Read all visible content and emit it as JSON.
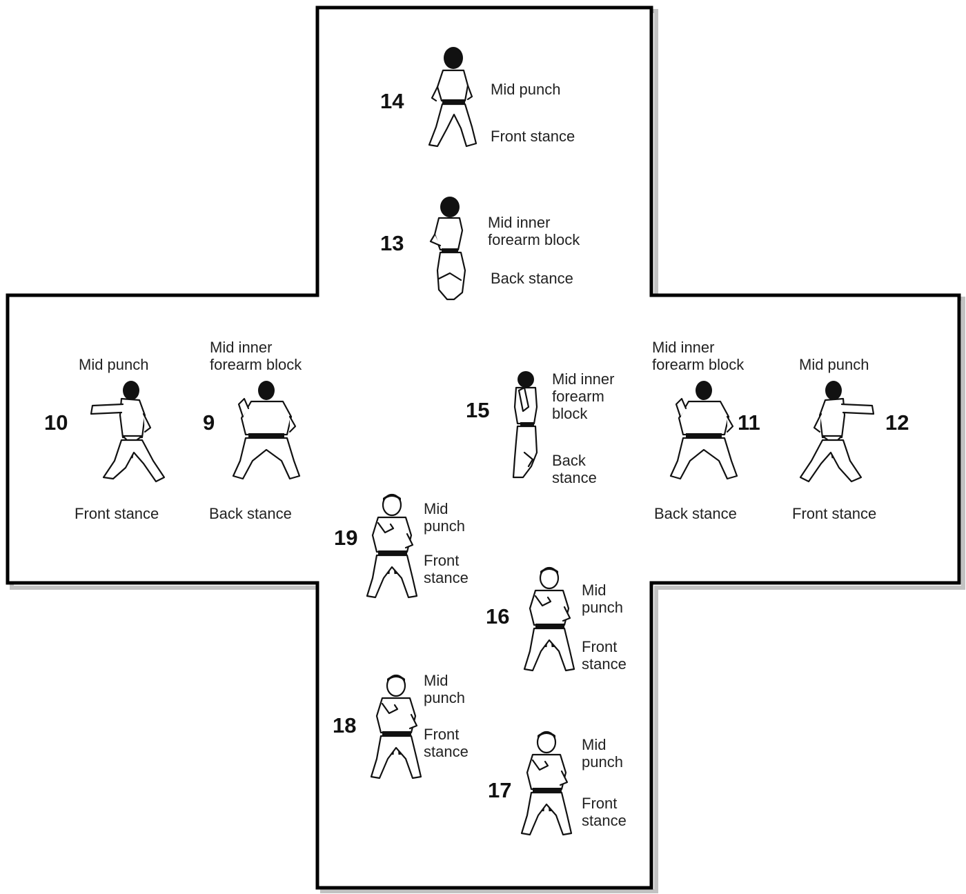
{
  "steps": [
    {
      "number": "9",
      "technique": "Mid inner\nforearm block",
      "stance": "Back  stance"
    },
    {
      "number": "10",
      "technique": "Mid punch",
      "stance": "Front stance"
    },
    {
      "number": "11",
      "technique": "Mid inner\nforearm block",
      "stance": "Back  stance"
    },
    {
      "number": "12",
      "technique": "Mid punch",
      "stance": "Front stance"
    },
    {
      "number": "13",
      "technique": "Mid inner\nforearm block",
      "stance": "Back  stance"
    },
    {
      "number": "14",
      "technique": "Mid punch",
      "stance": "Front stance"
    },
    {
      "number": "15",
      "technique": "Mid inner\nforearm\nblock",
      "stance": "Back\nstance"
    },
    {
      "number": "16",
      "technique": "Mid\npunch",
      "stance": "Front\nstance"
    },
    {
      "number": "17",
      "technique": "Mid\npunch",
      "stance": "Front\nstance"
    },
    {
      "number": "18",
      "technique": "Mid\npunch",
      "stance": "Front\nstance"
    },
    {
      "number": "19",
      "technique": "Mid\npunch",
      "stance": "Front\nstance"
    }
  ],
  "colors": {
    "outline": "#000000",
    "background": "#ffffff",
    "text": "#111111"
  }
}
